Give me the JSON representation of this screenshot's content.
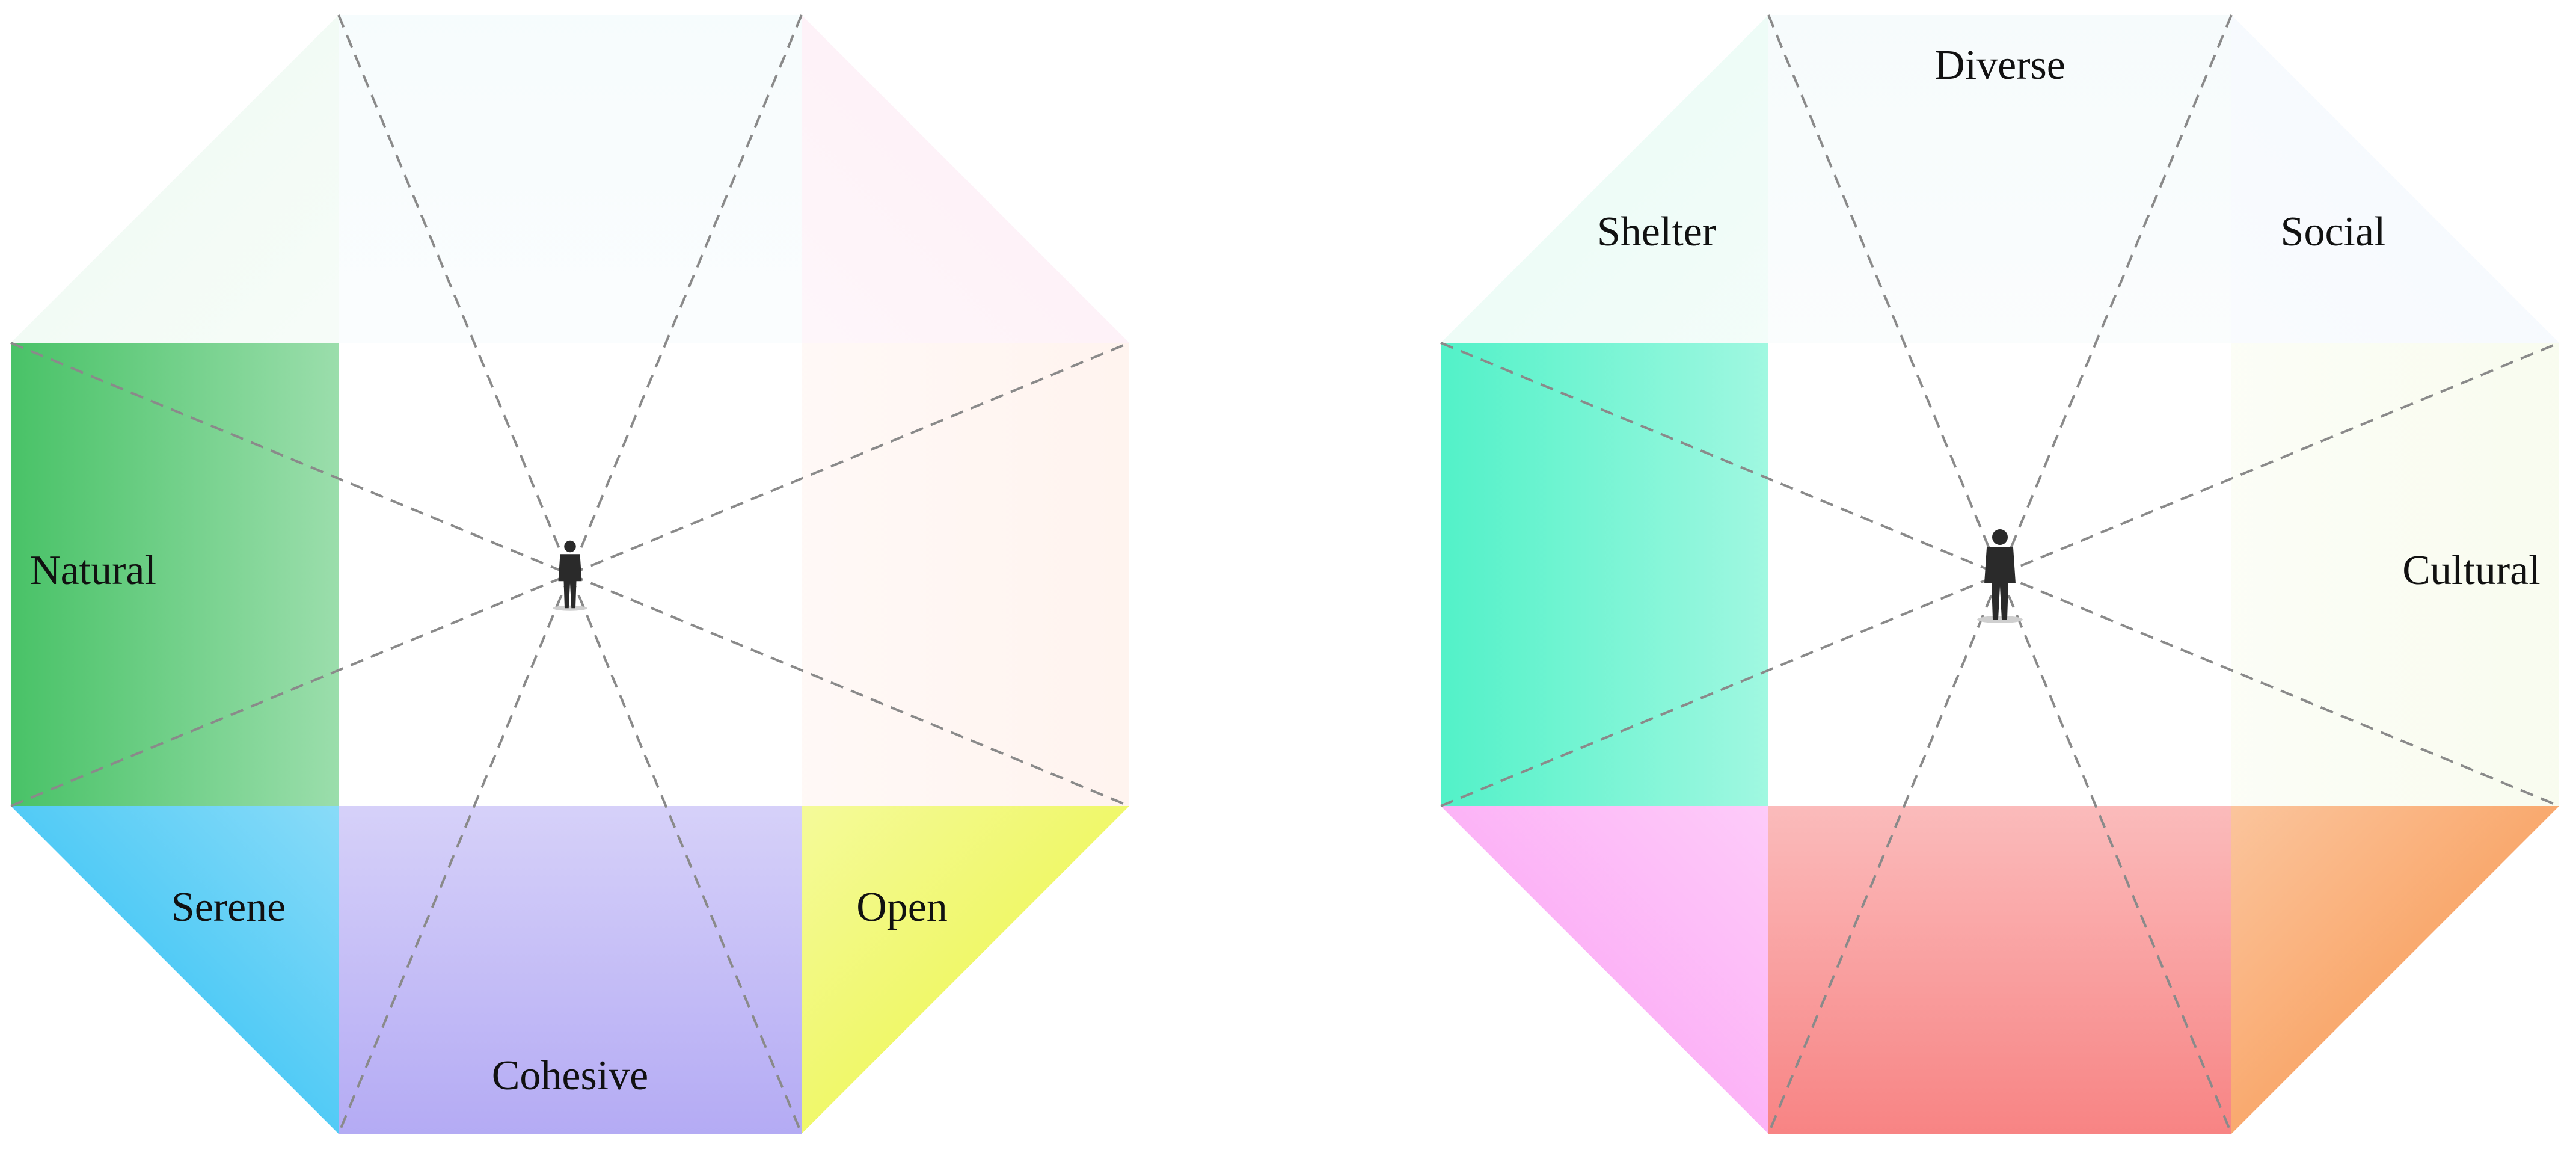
{
  "diagrams": [
    {
      "id": "left",
      "sectors": [
        {
          "label": "Natural",
          "color": "#3fbf5f",
          "intensity": 0.95
        },
        {
          "label": "Serene",
          "color": "#49c8f5",
          "intensity": 0.95
        },
        {
          "label": "Cohesive",
          "color": "#a79cf2",
          "intensity": 0.85
        },
        {
          "label": "Open",
          "color": "#eef75a",
          "intensity": 0.9
        },
        {
          "label": "",
          "color": "#ffbfa5",
          "intensity": 0.18
        },
        {
          "label": "",
          "color": "#f7a8cf",
          "intensity": 0.15
        },
        {
          "label": "",
          "color": "#b8e2ec",
          "intensity": 0.12
        },
        {
          "label": "",
          "color": "#7fd49a",
          "intensity": 0.1
        }
      ],
      "figure_icon": "person-silhouette-icon"
    },
    {
      "id": "right",
      "sectors": [
        {
          "label": "Shelter",
          "color": "#3ff0c2",
          "intensity": 0.9
        },
        {
          "label": "Diverse",
          "color": "#fca6f5",
          "intensity": 0.85
        },
        {
          "label": "Social",
          "color": "#f66e6e",
          "intensity": 0.85
        },
        {
          "label": "Cultural",
          "color": "#f89a55",
          "intensity": 0.85
        },
        {
          "label": "",
          "color": "#dff0b0",
          "intensity": 0.2
        },
        {
          "label": "",
          "color": "#d5e4fb",
          "intensity": 0.2
        },
        {
          "label": "",
          "color": "#cfe9ee",
          "intensity": 0.18
        },
        {
          "label": "",
          "color": "#a8efd6",
          "intensity": 0.2
        }
      ],
      "figure_icon": "person-silhouette-icon"
    }
  ]
}
